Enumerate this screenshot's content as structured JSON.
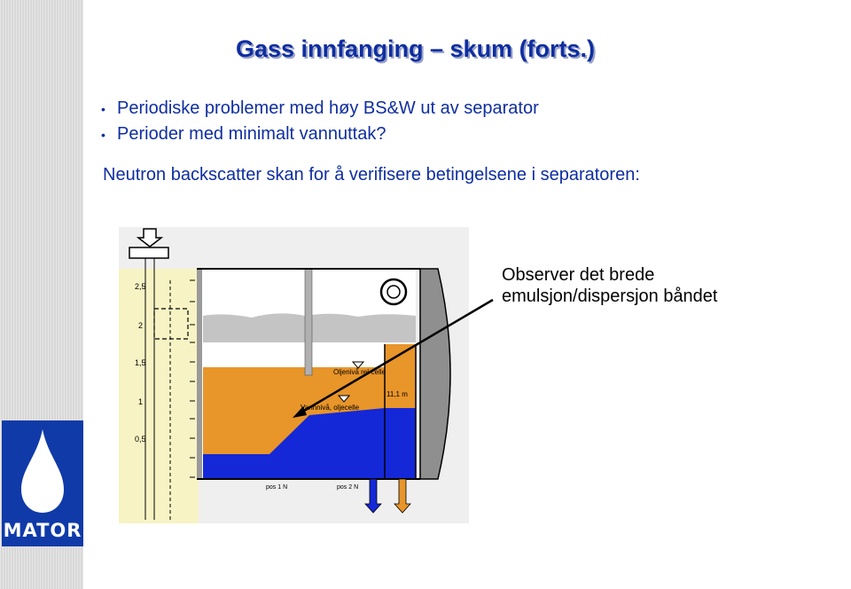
{
  "title": "Gass innfanging – skum (forts.)",
  "bullets": [
    "Periodiske problemer med høy BS&W ut av separator",
    "Perioder med minimalt vannuttak?"
  ],
  "intro": "Neutron backscatter skan for å verifisere betingelsene i separatoren:",
  "observation": {
    "line1": "Observer det brede",
    "line2": "emulsjon/dispersjon båndet"
  },
  "diagram": {
    "scale_labels": [
      "2,5",
      "2",
      "1,5",
      "1",
      "0,5"
    ],
    "oil_label": "Oljenivå rel-celle",
    "water_label": "Vannnivå, oljecelle",
    "level_label": "11,1 m",
    "outlet_1": "pos 1 N",
    "outlet_2": "pos 2 N"
  },
  "logo": {
    "text": "MATOR"
  },
  "colors": {
    "text_blue": "#0f2ea0",
    "logo_blue": "#0f3aa8",
    "oil": "#e8952a",
    "water": "#1428d8",
    "foam": "#bfbfbf",
    "scale_panel": "#f7f3c4"
  }
}
